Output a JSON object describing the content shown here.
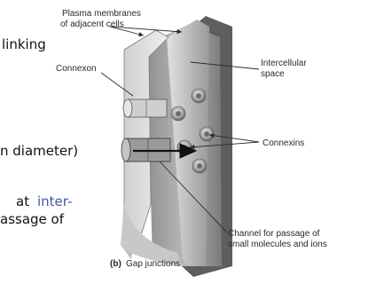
{
  "labels": {
    "plasma_membranes": [
      "Plasma membranes",
      "of adjacent cells"
    ],
    "connexon": "Connexon",
    "intercellular_space": [
      "Intercellular",
      "space"
    ],
    "connexins": "Connexins",
    "channel": [
      "Channel for passage of",
      "small molecules and ions"
    ],
    "caption_letter": "(b)",
    "caption_text": "Gap junctions"
  },
  "slide_text": {
    "line1": "linking",
    "line2": "n diameter)",
    "line3_black": "at",
    "line3_blue": "inter-",
    "line4": "assage of"
  },
  "colors": {
    "membrane_light": "#d8d8d8",
    "membrane_dark": "#6e6e6e",
    "space_gray": "#a9a9a9",
    "connexon_arrow": "#111111",
    "blue_text": "#3f57a8"
  }
}
